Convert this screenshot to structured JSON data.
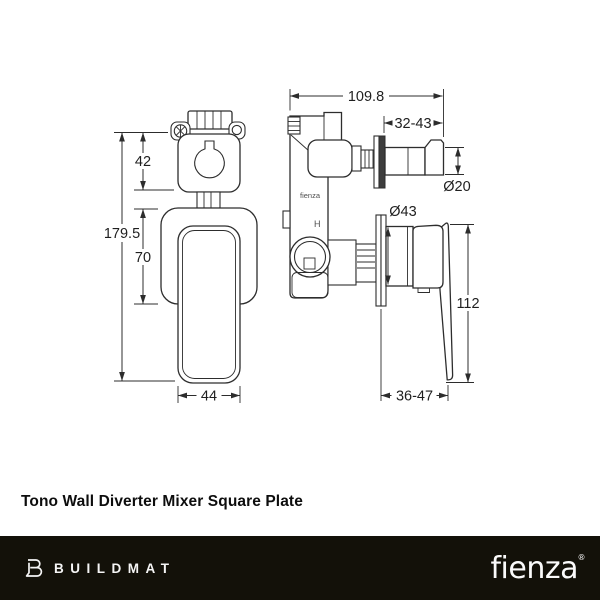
{
  "page": {
    "title": "Tono Wall Diverter Mixer Square Plate"
  },
  "drawing": {
    "body_brand": "fienza",
    "body_marker": "H",
    "front": {
      "escutcheon_height": "42",
      "overall_height": "179.5",
      "plate_height": "70",
      "handle_width": "44"
    },
    "side": {
      "overall_depth": "109.8",
      "adjustable_depth": "32-43",
      "spout_diameter": "Ø20",
      "body_diameter": "Ø43",
      "handle_length": "112",
      "plate_projection": "36-47"
    }
  },
  "footer": {
    "buildmat_label": "BUILDMAT",
    "fienza_label": "fienza",
    "registered_mark": "®",
    "bar_color": "#131109"
  },
  "colors": {
    "line": "#2d2d2d",
    "flange_fill": "#3d3d3d",
    "background": "#ffffff"
  }
}
